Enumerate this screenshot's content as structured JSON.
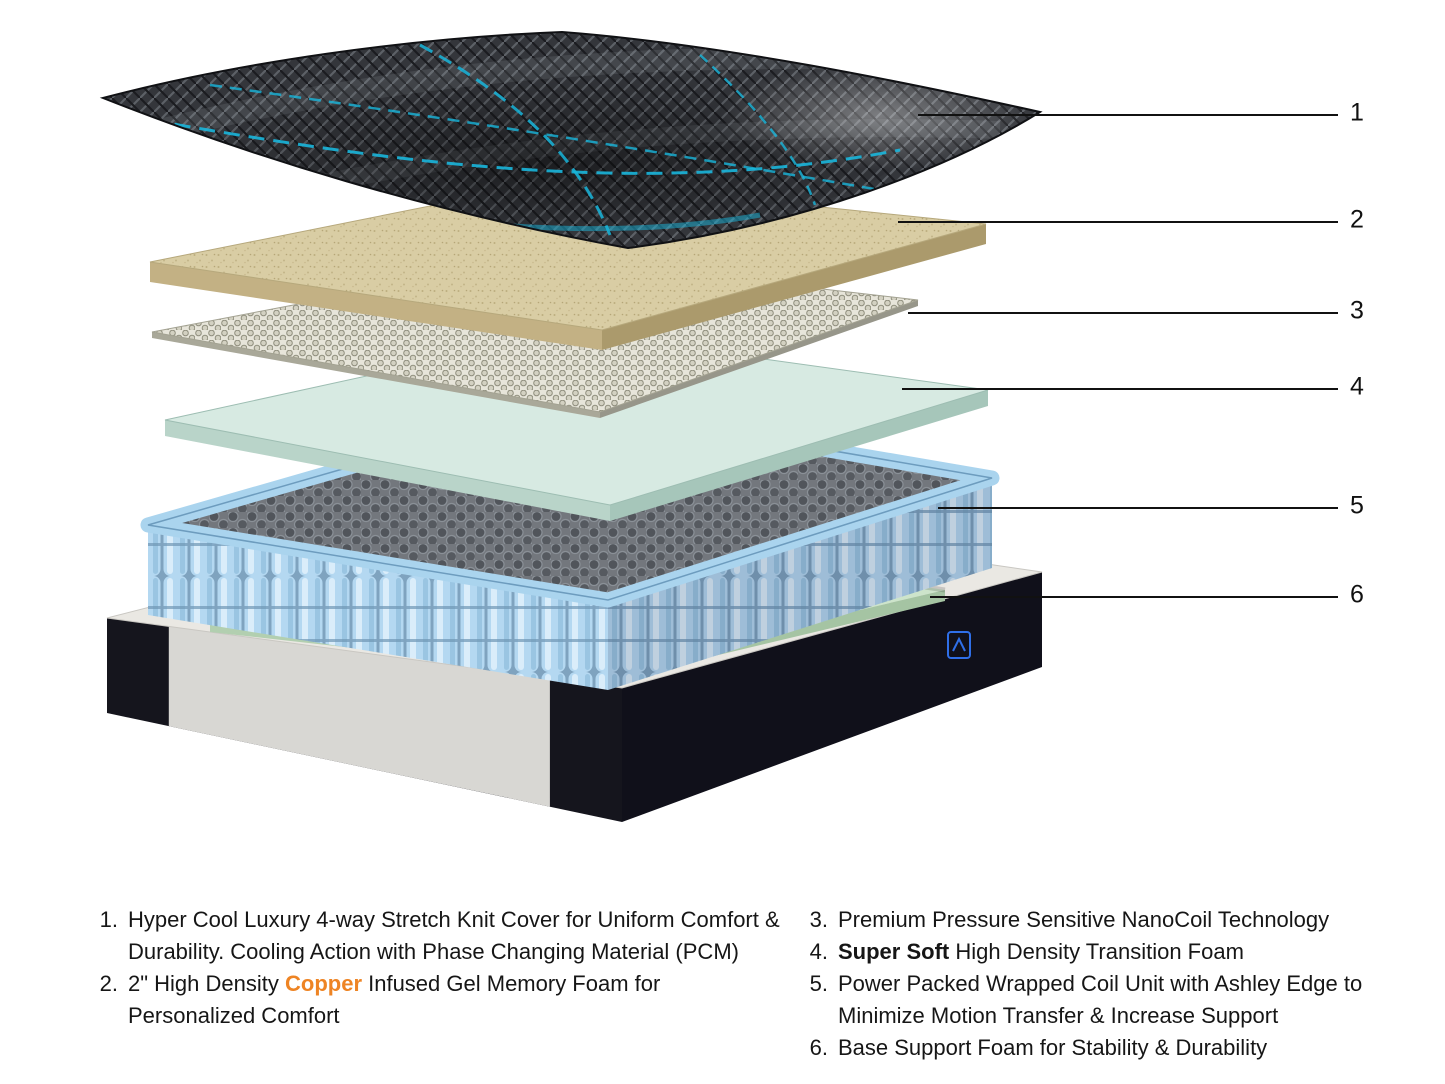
{
  "colors": {
    "copper_text": "#ee8424",
    "plaid_cyan": "#19b6dc",
    "memory_foam_tan": "#d9cda4",
    "transition_foam_mint": "#d7eae2",
    "coil_blue": "#aad4ee",
    "base_foam_green": "#cde4cb",
    "callout_line": "#111111"
  },
  "callouts": [
    {
      "label": "1"
    },
    {
      "label": "2"
    },
    {
      "label": "3"
    },
    {
      "label": "4"
    },
    {
      "label": "5"
    },
    {
      "label": "6"
    }
  ],
  "legend": {
    "items_left": [
      {
        "num": "1.",
        "segments": [
          {
            "text": "Hyper Cool Luxury 4-way Stretch Knit Cover for Uniform Comfort & Durability. Cooling Action with Phase Changing Material (PCM)"
          }
        ]
      },
      {
        "num": "2.",
        "segments": [
          {
            "text": "2\" High Density "
          },
          {
            "text": "Copper"
          },
          {
            "text": " Infused Gel Memory Foam for Personalized Comfort"
          }
        ]
      }
    ],
    "items_right": [
      {
        "num": "3.",
        "segments": [
          {
            "text": "Premium Pressure Sensitive NanoCoil Technology"
          }
        ]
      },
      {
        "num": "4.",
        "segments": [
          {
            "text": "Super Soft"
          },
          {
            "text": " High Density Transition Foam"
          }
        ]
      },
      {
        "num": "5.",
        "segments": [
          {
            "text": "Power Packed Wrapped Coil Unit with Ashley Edge to Minimize Motion Transfer & Increase Support"
          }
        ]
      },
      {
        "num": "6.",
        "segments": [
          {
            "text": "Base Support Foam for Stability & Durability"
          }
        ]
      }
    ]
  }
}
